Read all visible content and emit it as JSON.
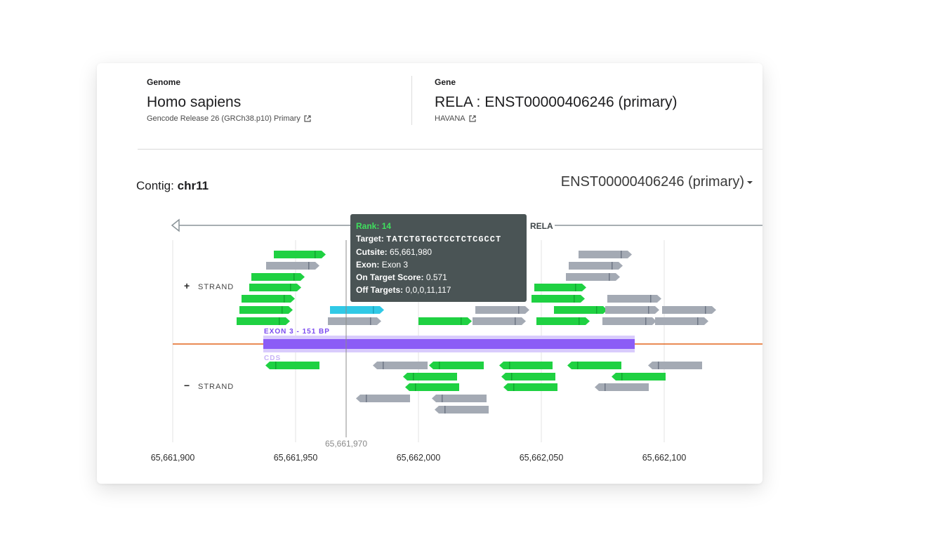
{
  "genome": {
    "label": "Genome",
    "name": "Homo sapiens",
    "release": "Gencode Release 26 (GRCh38.p10) Primary"
  },
  "gene": {
    "label": "Gene",
    "name": "RELA : ENST00000406246 (primary)",
    "source": "HAVANA"
  },
  "contig": {
    "label": "Contig:",
    "value": "chr11"
  },
  "transcript_select": {
    "value": "ENST00000406246 (primary)"
  },
  "track": {
    "gene_name": "RELA",
    "exon_label": "EXON 3 - 151 BP",
    "cds_label": "CDS",
    "plus_strand": "STRAND",
    "minus_strand": "STRAND",
    "plus_sign": "+",
    "minus_sign": "−",
    "cursor_position": "65,661,970",
    "axis_ticks": [
      "65,661,900",
      "65,661,950",
      "65,662,000",
      "65,662,050",
      "65,662,100"
    ],
    "colors": {
      "green": "#1fd142",
      "grey": "#a4aab4",
      "highlight": "#30c9e6",
      "exon": "#8b5cf6",
      "baseline": "#e2651f"
    }
  },
  "tooltip": {
    "rank_label": "Rank:",
    "rank": "14",
    "target_label": "Target:",
    "target": "TATCTGTGCTCCTCTCGCCT",
    "cutsite_label": "Cutsite:",
    "cutsite": "65,661,980",
    "exon_label": "Exon:",
    "exon": "Exon 3",
    "on_target_label": "On Target Score:",
    "on_target": "0.571",
    "off_targets_label": "Off Targets:",
    "off_targets": "0,0,0,11,117"
  }
}
